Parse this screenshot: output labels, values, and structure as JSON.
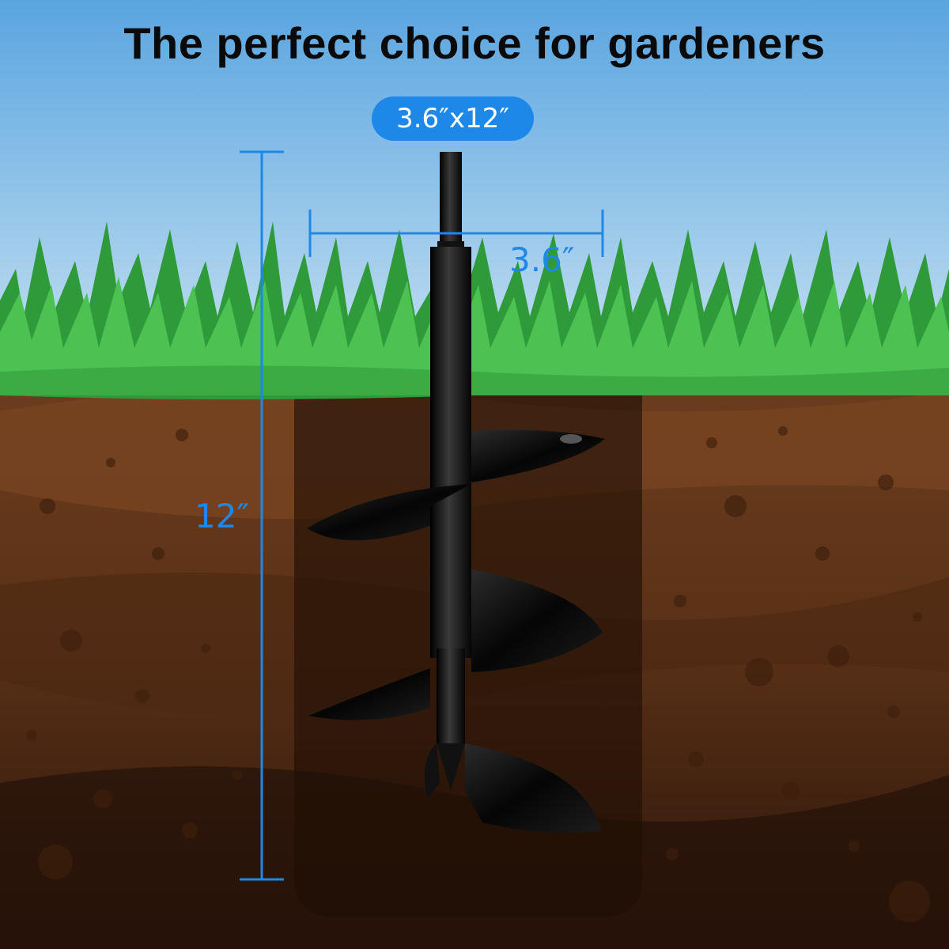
{
  "headline": "The perfect choice for gardeners",
  "size_badge": "3.6″x12″",
  "dimensions": {
    "width_label": "3.6″",
    "height_label": "12″"
  },
  "colors": {
    "sky_top": "#5aa5e0",
    "sky_bottom": "#cfe6f3",
    "grass": "#3fb84a",
    "soil_top": "#6b3c1d",
    "soil_bottom": "#2c150a",
    "accent_blue": "#1e88e8",
    "auger": "#0d0d0d"
  },
  "icons": [
    "earth-auger-drill-bit",
    "grass",
    "soil"
  ]
}
